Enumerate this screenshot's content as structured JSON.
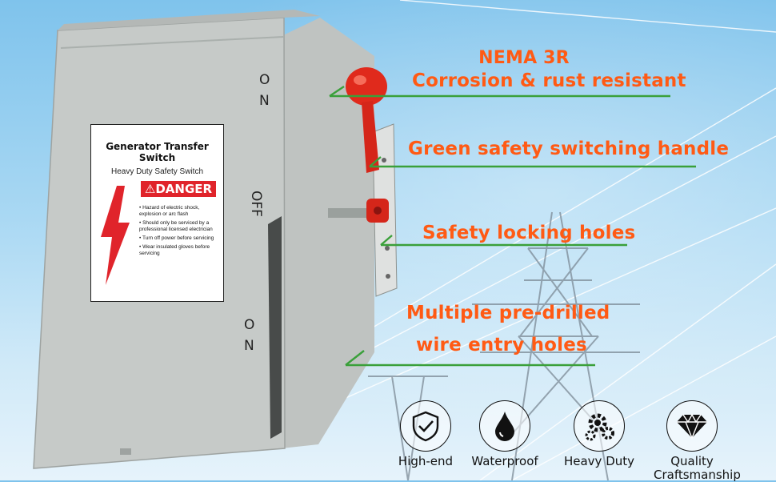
{
  "callouts": {
    "nema": "NEMA 3R",
    "corrosion": "Corrosion & rust resistant",
    "handle": "Green safety switching handle",
    "locking": "Safety locking holes",
    "drilled_1": "Multiple pre-drilled",
    "drilled_2": "wire entry holes"
  },
  "features": [
    {
      "icon": "shield-check-icon",
      "label": "High-end"
    },
    {
      "icon": "water-drop-icon",
      "label": "Waterproof"
    },
    {
      "icon": "gears-icon",
      "label": "Heavy Duty"
    },
    {
      "icon": "diamond-icon",
      "label": "Quality Craftsmanship"
    }
  ],
  "sticker": {
    "title": "Generator Transfer Switch",
    "subtitle": "Heavy Duty Safety Switch",
    "danger": "⚠DANGER",
    "warnings": [
      "Hazard of electric shock, explosion or arc flash",
      "Should only be serviced by a professional licensed electrician",
      "Turn off power before servicing",
      "Wear insulated gloves before servicing"
    ]
  },
  "positions": {
    "on_top": "O\nN",
    "off": "OFF",
    "on_bottom": "O\nN"
  },
  "colors": {
    "callout_text": "#ff5a14",
    "leader_line": "#3aa03a",
    "handle": "#e02a1c",
    "enclosure": "#c9ccc9"
  }
}
